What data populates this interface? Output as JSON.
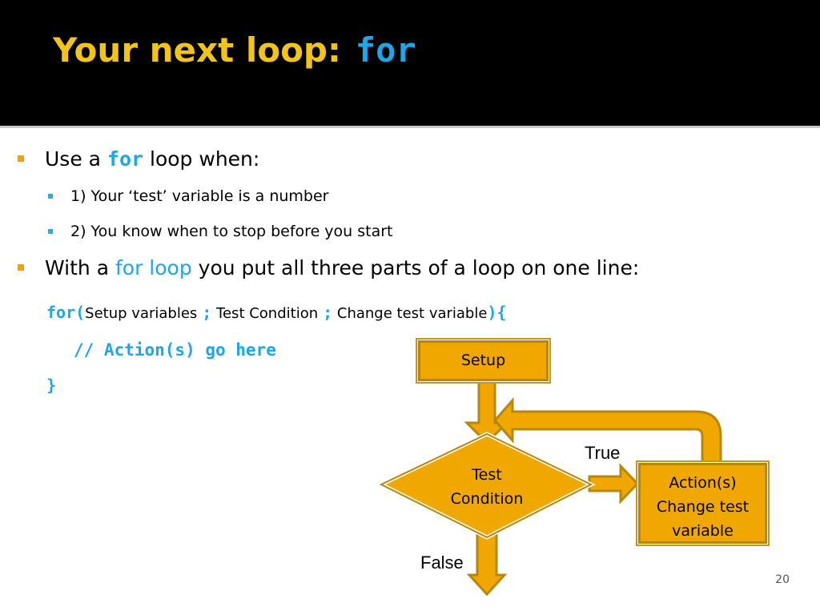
{
  "title": {
    "text": "Your next loop:",
    "code": "for"
  },
  "bullets": [
    {
      "prefix": "Use a ",
      "keyword": "for",
      "suffix": " loop when:"
    },
    {
      "text": "1) Your ‘test’ variable is a number"
    },
    {
      "text": "2) You know when to stop before you start"
    },
    {
      "prefix": "With a ",
      "keyword": "for loop",
      "suffix": " you put all three parts of a loop on one line:"
    }
  ],
  "code": {
    "line1": {
      "kw": "for(",
      "p1": "Setup variables",
      "semi1": ";",
      "p2": " Test Condition",
      "semi2": ";",
      "p3": " Change test variable",
      "close": "){"
    },
    "line2": "// Action(s) go here",
    "line3": "}"
  },
  "flowchart": {
    "setup": "Setup",
    "condition_line1": "Test",
    "condition_line2": "Condition",
    "action_line1": "Action(s)",
    "action_line2": "Change test",
    "action_line3": "variable",
    "true_label": "True",
    "false_label": "False"
  },
  "page_number": "20",
  "colors": {
    "title": "#f2c318",
    "keyword": "#1fa6e6",
    "flow_fill": "#f0a800",
    "flow_border": "#b8860b",
    "bullet_l1": "#e8a317",
    "bullet_l2": "#29b0d8"
  }
}
